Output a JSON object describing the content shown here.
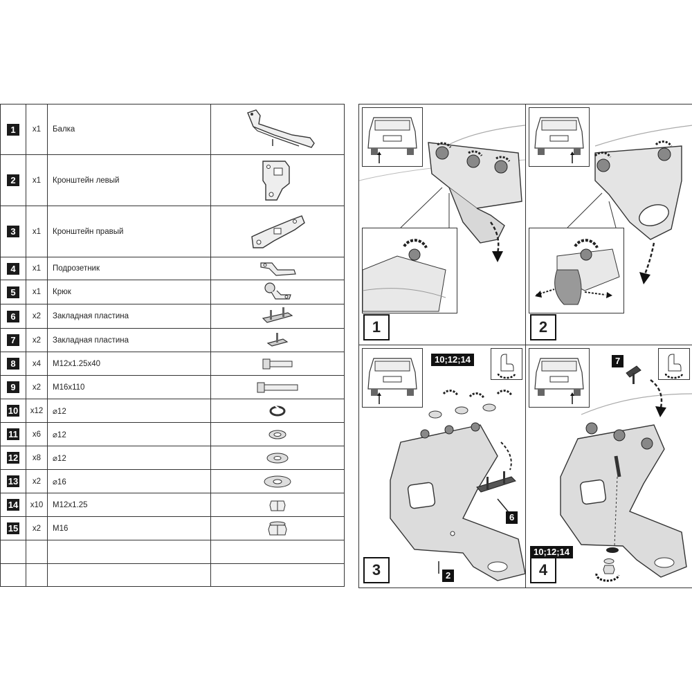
{
  "parts": [
    {
      "num": "1",
      "qty": "x1",
      "name": "Балка",
      "icon": "beam-part-icon"
    },
    {
      "num": "2",
      "qty": "x1",
      "name": "Кронштейн левый",
      "icon": "left-bracket-icon"
    },
    {
      "num": "3",
      "qty": "x1",
      "name": "Кронштейн правый",
      "icon": "right-bracket-icon"
    },
    {
      "num": "4",
      "qty": "x1",
      "name": "Подрозетник",
      "icon": "socket-plate-icon"
    },
    {
      "num": "5",
      "qty": "x1",
      "name": "Крюк",
      "icon": "tow-ball-hook-icon"
    },
    {
      "num": "6",
      "qty": "x2",
      "name": "Закладная пластина",
      "icon": "insert-plate-double-icon"
    },
    {
      "num": "7",
      "qty": "x2",
      "name": "Закладная пластина",
      "icon": "insert-plate-single-icon"
    },
    {
      "num": "8",
      "qty": "x4",
      "name": "M12x1.25x40",
      "icon": "bolt-short-icon"
    },
    {
      "num": "9",
      "qty": "x2",
      "name": "M16x110",
      "icon": "bolt-long-icon"
    },
    {
      "num": "10",
      "qty": "x12",
      "name": "⌀12",
      "icon": "spring-washer-icon"
    },
    {
      "num": "11",
      "qty": "x6",
      "name": "⌀12",
      "icon": "flat-washer-small-icon"
    },
    {
      "num": "12",
      "qty": "x8",
      "name": "⌀12",
      "icon": "flat-washer-medium-icon"
    },
    {
      "num": "13",
      "qty": "x2",
      "name": "⌀16",
      "icon": "flat-washer-large-icon"
    },
    {
      "num": "14",
      "qty": "x10",
      "name": "M12x1.25",
      "icon": "nut-m12-icon"
    },
    {
      "num": "15",
      "qty": "x2",
      "name": "M16",
      "icon": "nut-m16-icon"
    }
  ],
  "steps": [
    {
      "num": "1"
    },
    {
      "num": "2"
    },
    {
      "num": "3",
      "size_tag": "10;12;14",
      "part_tag_a": "6",
      "part_tag_b": "2"
    },
    {
      "num": "4",
      "part_tag": "7",
      "size_tag": "10;12;14"
    }
  ]
}
